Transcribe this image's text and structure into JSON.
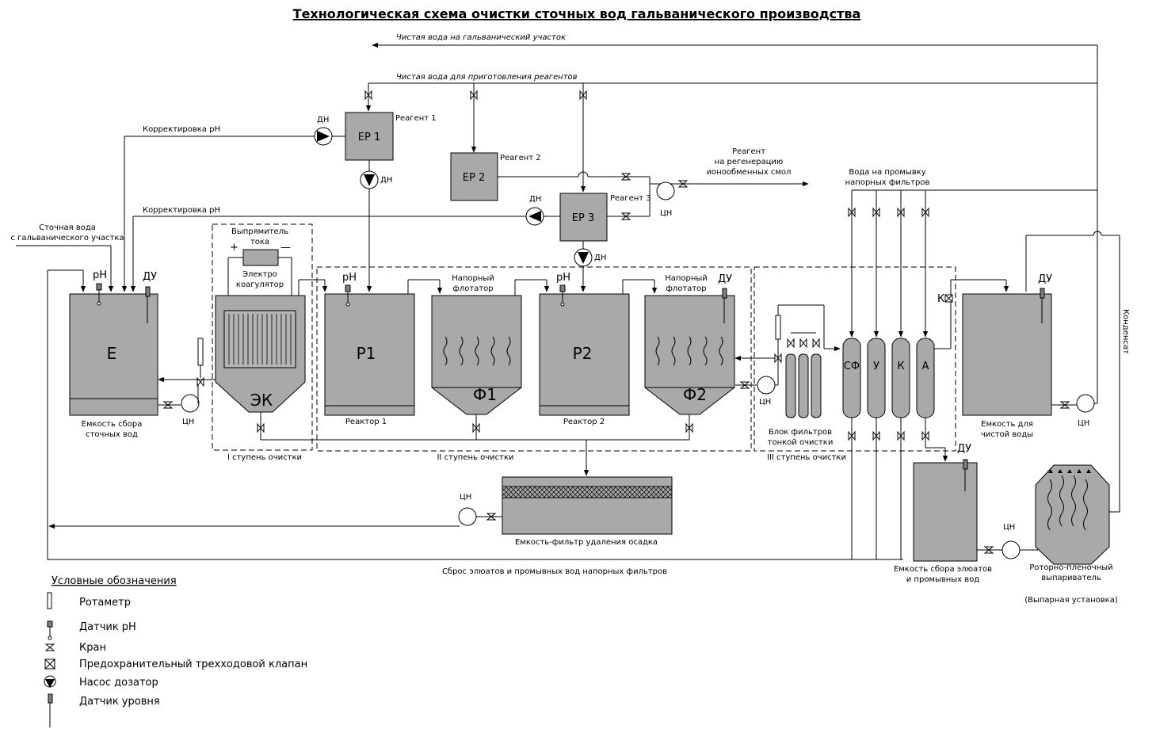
{
  "title": "Технологическая схема очистки сточных вод гальванического производства",
  "flows": {
    "clean_water_to_galvanic": "Чистая вода на гальванический участок",
    "clean_water_reagents": "Чистая вода для приготовления реагентов",
    "ph_correction_1": "Корректировка pH",
    "ph_correction_2": "Корректировка pH",
    "wastewater_line1": "Сточная вода",
    "wastewater_line2": "с гальванического участка",
    "regeneration_1": "Реагент",
    "regeneration_2": "на регенерацию",
    "regeneration_3": "ионообменных смол",
    "flush_water_1": "Вода на промывку",
    "flush_water_2": "напорных фильтров",
    "discharge": "Сброс элюатов и промывных вод напорных фильтров",
    "condensate": "Конденсат"
  },
  "reagents": {
    "er1": "ЕР 1",
    "er2": "ЕР 2",
    "er3": "ЕР 3",
    "r1": "Реагент 1",
    "r2": "Реагент 2",
    "r3": "Реагент 3"
  },
  "instruments": {
    "dn": "ДН",
    "cn": "ЦН",
    "ph": "pH",
    "du": "ДУ",
    "k": "К"
  },
  "equipment": {
    "e_label": "Е",
    "e_cap1": "Емкость сбора",
    "e_cap2": "сточных вод",
    "rect_1": "Выпрямитель",
    "rect_2": "тока",
    "plus": "+",
    "minus": "—",
    "electro_1": "Электро",
    "electro_2": "коагулятор",
    "ek": "ЭК",
    "p1": "Р1",
    "p1_cap": "Реактор 1",
    "f1_t1": "Напорный",
    "f1_t2": "флотатор",
    "f1": "Ф1",
    "p2": "Р2",
    "p2_cap": "Реактор 2",
    "f2_t1": "Напорный",
    "f2_t2": "флотатор",
    "f2": "Ф2",
    "sludge": "Емкость-фильтр удаления осадка",
    "block_1": "Блок фильтров",
    "block_2": "тонкой очистки",
    "col_sf": "СФ",
    "col_u": "У",
    "col_k": "К",
    "col_a": "А",
    "clean_tank_1": "Емкость для",
    "clean_tank_2": "чистой воды",
    "eluate_1": "Емкость сбора элюатов",
    "eluate_2": "и промывных вод",
    "evap_1": "Роторно-пленочный",
    "evap_2": "выпариватель",
    "evap_3": "(Выпарная установка)"
  },
  "stages": {
    "s1": "I ступень очистки",
    "s2": "II ступень очистки",
    "s3": "III ступень очистки"
  },
  "legend": {
    "title": "Условные обозначения",
    "items": [
      {
        "icon": "rotameter-icon",
        "label": "Ротаметр"
      },
      {
        "icon": "ph-sensor-icon",
        "label": "Датчик pH"
      },
      {
        "icon": "valve-icon",
        "label": "Кран"
      },
      {
        "icon": "safety-valve-icon",
        "label": "Предохранительный трехходовой клапан"
      },
      {
        "icon": "dosing-pump-icon",
        "label": "Насос дозатор"
      },
      {
        "icon": "level-sensor-icon",
        "label": "Датчик уровня"
      }
    ]
  }
}
